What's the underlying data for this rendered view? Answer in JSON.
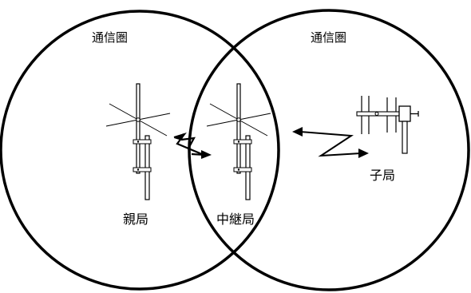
{
  "coverage_left_label": "通信圏",
  "coverage_right_label": "通信圏",
  "parent_station_label": "親局",
  "relay_station_label": "中継局",
  "child_station_label": "子局",
  "colors": {
    "line": "#000000",
    "background": "#ffffff"
  },
  "icons": [
    "omni-antenna-icon",
    "yagi-antenna-icon",
    "radio-link-arrow-icon"
  ]
}
